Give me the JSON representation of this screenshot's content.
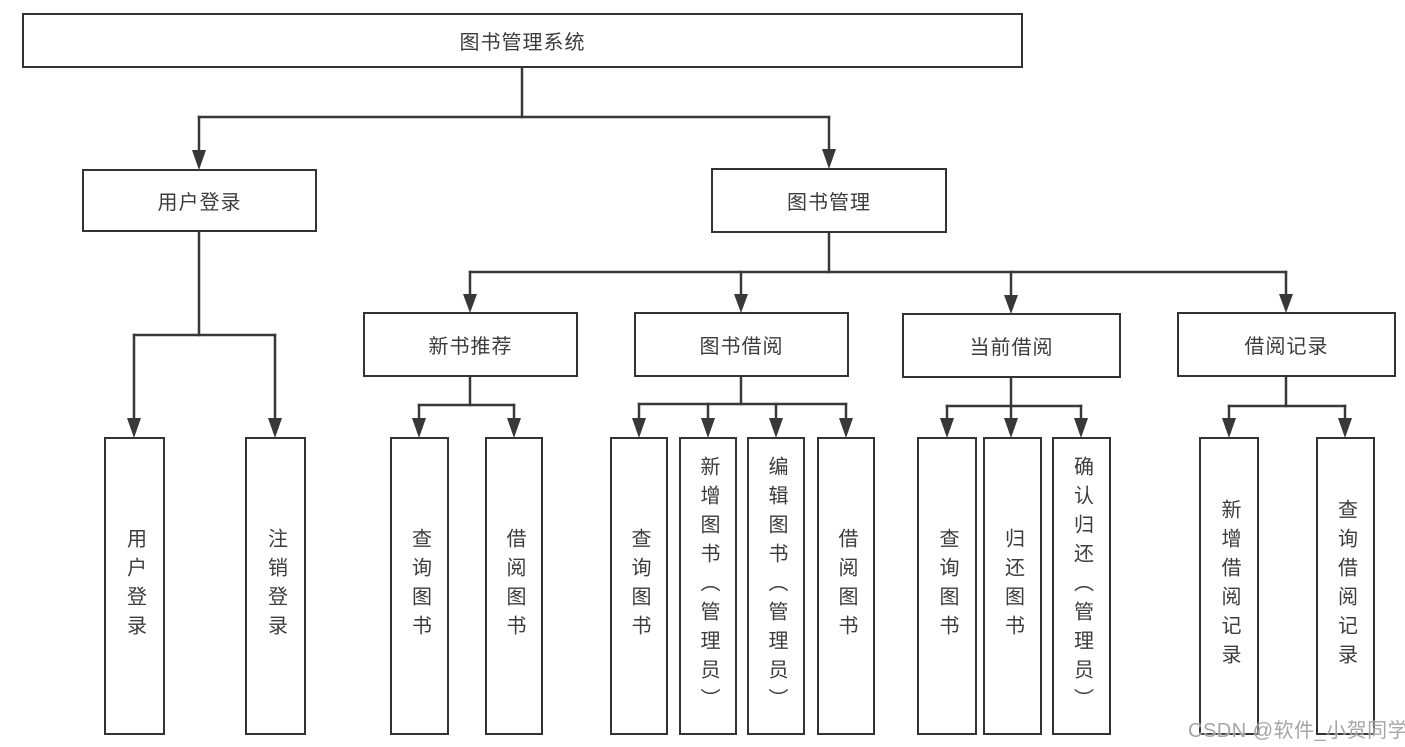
{
  "diagram": {
    "title_node": {
      "label": "图书管理系统"
    },
    "branches": [
      {
        "label": "用户登录"
      },
      {
        "label": "图书管理"
      }
    ],
    "modules": [
      {
        "label": "新书推荐"
      },
      {
        "label": "图书借阅"
      },
      {
        "label": "当前借阅"
      },
      {
        "label": "借阅记录"
      }
    ],
    "leaves": [
      {
        "label": "用户登录"
      },
      {
        "label": "注销登录"
      },
      {
        "label": "查询图书"
      },
      {
        "label": "借阅图书"
      },
      {
        "label": "查询图书"
      },
      {
        "label": "新增图书（管理员）"
      },
      {
        "label": "编辑图书（管理员）"
      },
      {
        "label": "借阅图书"
      },
      {
        "label": "查询图书"
      },
      {
        "label": "归还图书"
      },
      {
        "label": "确认归还（管理员）"
      },
      {
        "label": "新增借阅记录"
      },
      {
        "label": "查询借阅记录"
      }
    ]
  },
  "watermark": {
    "text": "CSDN @软件_小贺同学"
  },
  "colors": {
    "line": "#383838",
    "box_border": "#333333",
    "text": "#3c3c3c",
    "watermark": "#9e9e9e",
    "background": "#ffffff"
  }
}
